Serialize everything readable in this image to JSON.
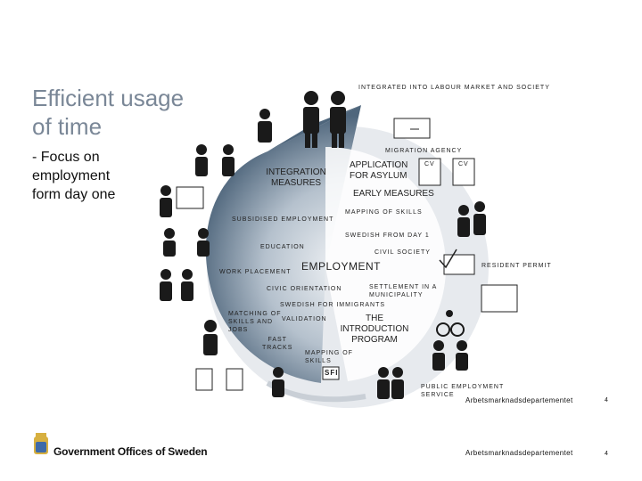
{
  "title": {
    "line1": "Efficient usage",
    "line2": "of time"
  },
  "bullet": {
    "line1": "- Focus on",
    "line2": "employment",
    "line3": "form day one"
  },
  "labels": {
    "integrated": "INTEGRATED INTO LABOUR MARKET AND SOCIETY",
    "migration_agency": "MIGRATION AGENCY",
    "integration_measures": "INTEGRATION\nMEASURES",
    "application_for_asylum": "APPLICATION\nFOR ASYLUM",
    "cv1": "CV",
    "cv2": "CV",
    "early_measures": "EARLY MEASURES",
    "mapping_of_skills_top": "MAPPING OF SKILLS",
    "subsidised_employment": "SUBSIDISED EMPLOYMENT",
    "swedish_from_day1": "SWEDISH FROM DAY 1",
    "education": "EDUCATION",
    "civil_society": "CIVIL SOCIETY",
    "employment": "EMPLOYMENT",
    "resident_permit": "RESIDENT PERMIT",
    "work_placement": "WORK PLACEMENT",
    "civic_orientation": "CIVIC ORIENTATION",
    "settlement": "SETTLEMENT IN A\nMUNICIPALITY",
    "swedish_for_immigrants": "SWEDISH FOR IMMIGRANTS",
    "matching": "MATCHING OF\nSKILLS AND\nJOBS",
    "validation": "VALIDATION",
    "intro_program": "THE\nINTRODUCTION\nPROGRAM",
    "fast_tracks": "FAST\nTRACKS",
    "mapping_of_skills_bottom": "MAPPING OF\nSKILLS",
    "sfi": "SFI",
    "public_employment": "PUBLIC EMPLOYMENT\nSERVICE"
  },
  "footer": {
    "logo_text": "Government Offices of Sweden",
    "dept1": "Arbetsmarknadsdepartementet",
    "page1": "4",
    "dept2": "Arbetsmarknadsdepartementet",
    "page2": "4"
  },
  "colors": {
    "wheel_dark": "#5b7186",
    "wheel_light": "#e9ecef",
    "title": "#7a8797"
  }
}
